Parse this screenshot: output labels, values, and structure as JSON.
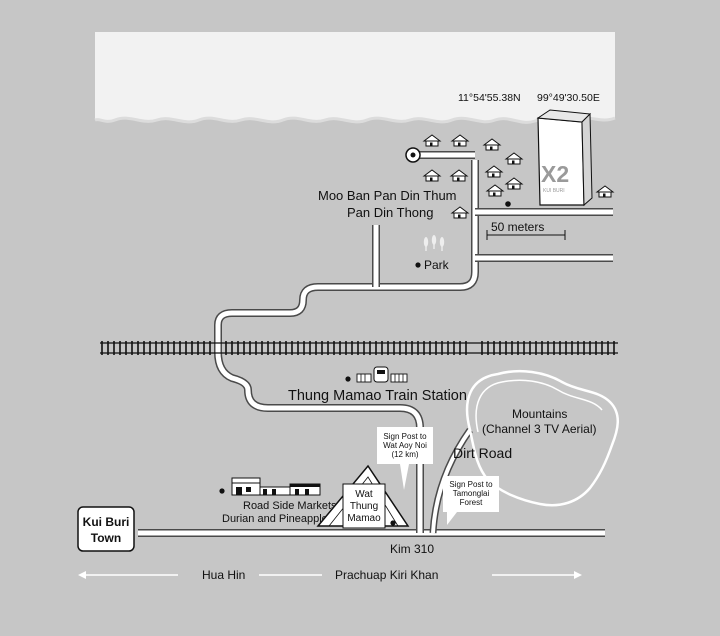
{
  "coordinates": {
    "lat": "11°54'55.38N",
    "lon": "99°49'30.50E"
  },
  "logo": {
    "text": "X2",
    "subtext": "KUI BURI"
  },
  "labels": {
    "village_line1": "Moo Ban Pan Din Thum",
    "village_line2": "Pan Din Thong",
    "distance": "50 meters",
    "park": "Park",
    "train_station": "Thung Mamao Train Station",
    "mountains_line1": "Mountains",
    "mountains_line2": "(Channel 3 TV Aerial)",
    "dirt_road": "Dirt Road",
    "signpost1_line1": "Sign Post to",
    "signpost1_line2": "Wat Aoy Noi",
    "signpost1_line3": "(12 km)",
    "signpost2_line1": "Sign Post to",
    "signpost2_line2": "Tamonglai",
    "signpost2_line3": "Forest",
    "markets_line1": "Road Side Markets",
    "markets_line2": "Durian and Pineapples",
    "wat_line1": "Wat",
    "wat_line2": "Thung",
    "wat_line3": "Mamao",
    "town_line1": "Kui Buri",
    "town_line2": "Town",
    "km_marker": "Kim 310",
    "direction_left": "Hua Hin",
    "direction_right": "Prachuap Kiri Khan"
  },
  "colors": {
    "background": "#c6c6c6",
    "sky": "#f2f2f2",
    "road": "#ffffff",
    "road_edge": "#4a4a4a",
    "ink": "#111111"
  },
  "icons": {
    "village_house": "house-icon",
    "train": "train-icon",
    "trees": "tree-icon",
    "market": "market-stall-icon",
    "temple": "temple-icon"
  }
}
